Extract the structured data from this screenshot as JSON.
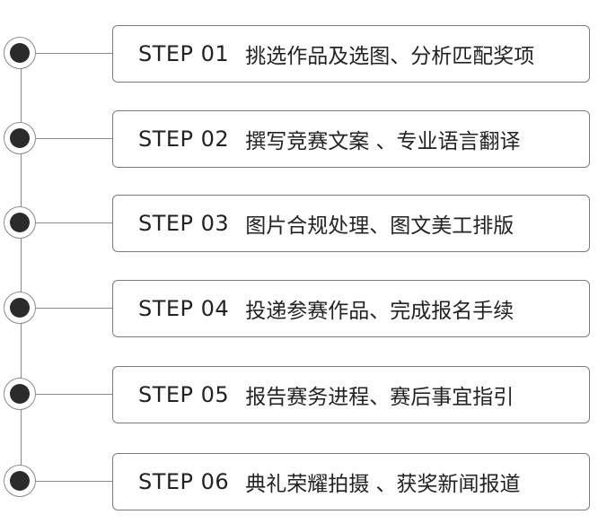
{
  "steps": [
    {
      "label": "STEP 01",
      "text": "挑选作品及选图、分析匹配奖项"
    },
    {
      "label": "STEP 02",
      "text": "撰写竞赛文案 、专业语言翻译"
    },
    {
      "label": "STEP 03",
      "text": "图片合规处理、图文美工排版"
    },
    {
      "label": "STEP 04",
      "text": "投递参赛作品、完成报名手续"
    },
    {
      "label": "STEP 05",
      "text": "报告赛务进程、赛后事宜指引"
    },
    {
      "label": "STEP 06",
      "text": "典礼荣耀拍摄 、获奖新闻报道"
    }
  ]
}
